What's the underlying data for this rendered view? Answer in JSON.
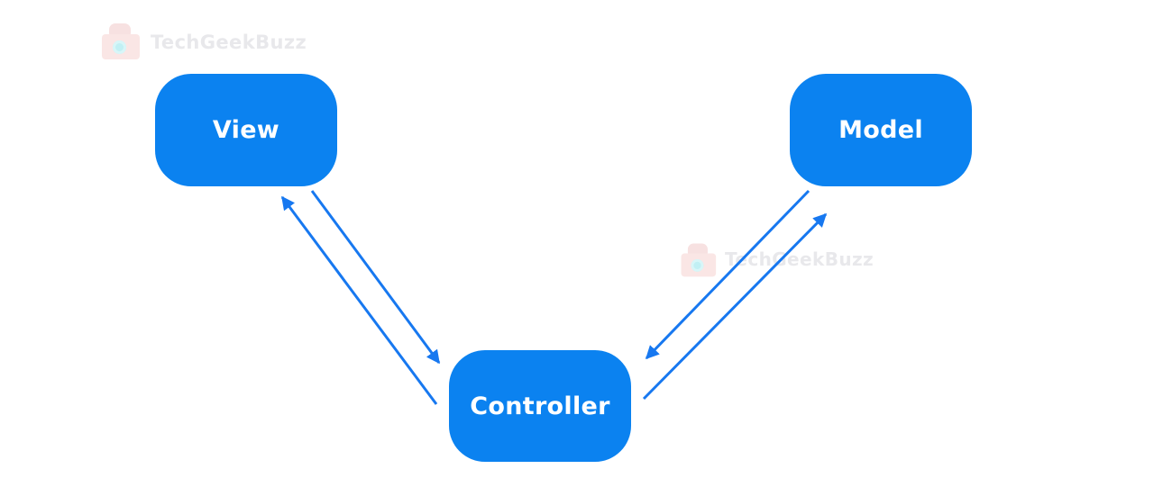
{
  "page": {
    "background": "#ffffff",
    "description": "MVC architecture diagram"
  },
  "watermarks": [
    {
      "text": "TechGeekBuzz",
      "logo": "camera-logo-icon"
    },
    {
      "text": "TechGeekBuzz",
      "logo": "camera-logo-icon"
    }
  ],
  "diagram": {
    "type": "architecture-diagram",
    "nodes": [
      {
        "id": "view",
        "label": "View"
      },
      {
        "id": "model",
        "label": "Model"
      },
      {
        "id": "controller",
        "label": "Controller"
      }
    ],
    "edges": [
      {
        "from": "controller",
        "to": "view",
        "arrowhead_at": "view"
      },
      {
        "from": "view",
        "to": "controller",
        "arrowhead_at": "controller"
      },
      {
        "from": "model",
        "to": "controller",
        "arrowhead_at": "controller"
      },
      {
        "from": "controller",
        "to": "model",
        "arrowhead_at": "model"
      }
    ],
    "colors": {
      "node_fill": "#0b82f0",
      "node_text": "#ffffff",
      "arrow": "#1778f0",
      "watermark_text": "#e8e8eb",
      "watermark_logo_red": "#f6d3d1",
      "watermark_logo_cyan": "#8fe5ec"
    }
  }
}
